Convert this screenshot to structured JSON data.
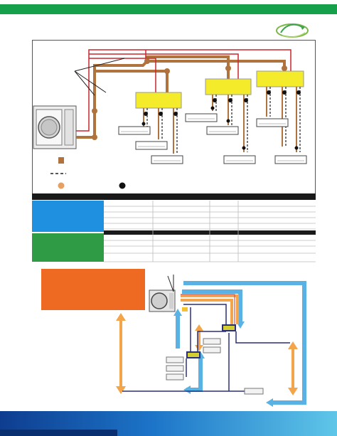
{
  "colors": {
    "header_green": "#16a04a",
    "refrigerant_pipe": "#b0733d",
    "control_wire": "#c8272d",
    "branch_box": "#f4ec2a",
    "table_header": "#1a1a1a",
    "table_blue": "#1f8fe0",
    "table_green": "#2f9b45",
    "note_orange": "#ee6a22",
    "lower_blue_pipe": "#5ab2e4",
    "lower_orange_pipe": "#f2a54a",
    "footer_blue": "#1c74c8"
  },
  "icons": {
    "logo": "leaf-swirl-icon",
    "outdoor_unit": "fan-unit-icon",
    "branch_box": "branch-box-icon",
    "indoor_unit": "wall-unit-icon",
    "connection_dot": "joint-dot-icon"
  },
  "legend": {
    "pipe_symbol": "square-marker",
    "wire_symbol": "dashed-line",
    "pipe_joint_symbol": "orange-dot",
    "wire_joint_symbol": "black-dot"
  }
}
